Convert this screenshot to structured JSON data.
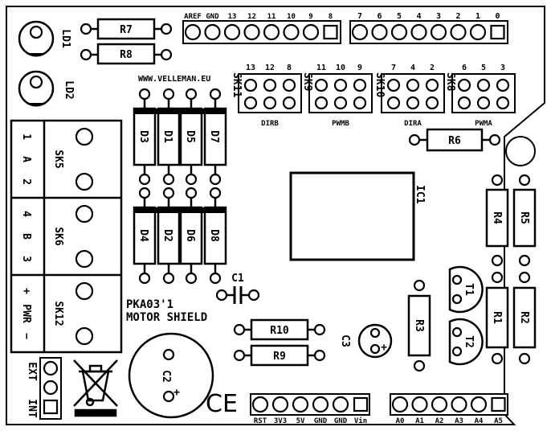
{
  "board": {
    "title_line1": "PKA03'1",
    "title_line2": "MOTOR SHIELD",
    "url": "WWW.VELLEMAN.EU"
  },
  "header_top_left": [
    "AREF",
    "GND",
    "13",
    "12",
    "11",
    "10",
    "9",
    "8"
  ],
  "header_top_right": [
    "7",
    "6",
    "5",
    "4",
    "3",
    "2",
    "1",
    "0"
  ],
  "header_bottom_power": [
    "RST",
    "3V3",
    "5V",
    "GND",
    "GND",
    "Vin"
  ],
  "header_bottom_analog": [
    "A0",
    "A1",
    "A2",
    "A3",
    "A4",
    "A5"
  ],
  "jumper_blocks": [
    {
      "ref": "SK11",
      "pins": [
        "13",
        "12",
        "8"
      ],
      "caption": "DIRB"
    },
    {
      "ref": "SK9",
      "pins": [
        "11",
        "10",
        "9"
      ],
      "caption": "PWMB"
    },
    {
      "ref": "SK10",
      "pins": [
        "7",
        "4",
        "2"
      ],
      "caption": "DIRA"
    },
    {
      "ref": "SK8",
      "pins": [
        "6",
        "5",
        "3"
      ],
      "caption": "PWMA"
    }
  ],
  "diodes_top": [
    "D3",
    "D1",
    "D5",
    "D7"
  ],
  "diodes_bottom": [
    "D4",
    "D2",
    "D6",
    "D8"
  ],
  "resistors": {
    "r7": "R7",
    "r8": "R8",
    "r6": "R6",
    "r4": "R4",
    "r5": "R5",
    "r3": "R3",
    "r1": "R1",
    "r2": "R2",
    "r10": "R10",
    "r9": "R9"
  },
  "leds": [
    "LD1",
    "LD2"
  ],
  "ic": "IC1",
  "transistors": [
    "T1",
    "T2"
  ],
  "caps": {
    "c1": "C1",
    "c2": "C2",
    "c3": "C3",
    "plus": "+"
  },
  "terminals": [
    {
      "ref": "SK5",
      "side": [
        "1",
        "A",
        "2"
      ]
    },
    {
      "ref": "SK6",
      "side": [
        "4",
        "B",
        "3"
      ]
    },
    {
      "ref": "SK12",
      "side": [
        "+",
        "PWR",
        "−"
      ]
    }
  ],
  "power_select": {
    "ext": "EXT",
    "int": "INT"
  },
  "ce_mark": "CE"
}
